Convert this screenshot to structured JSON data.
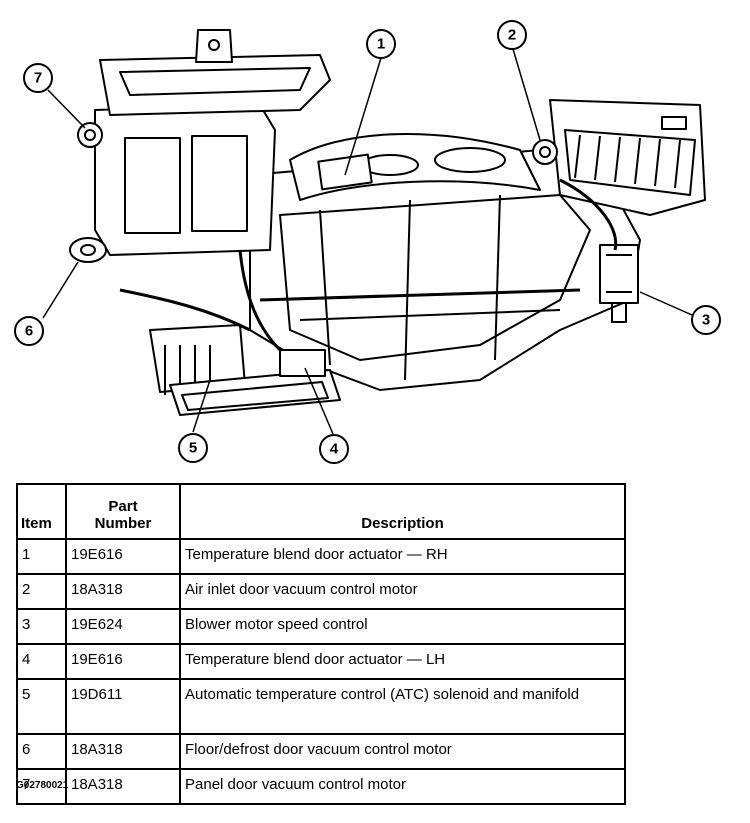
{
  "callouts": [
    "1",
    "2",
    "3",
    "4",
    "5",
    "6",
    "7"
  ],
  "table": {
    "headers": {
      "item": "Item",
      "part_line1": "Part",
      "part_line2": "Number",
      "description": "Description"
    },
    "rows": [
      {
        "item": "1",
        "part_number": "19E616",
        "description": "Temperature blend door actuator — RH"
      },
      {
        "item": "2",
        "part_number": "18A318",
        "description": "Air inlet door vacuum control motor"
      },
      {
        "item": "3",
        "part_number": "19E624",
        "description": "Blower motor speed control"
      },
      {
        "item": "4",
        "part_number": "19E616",
        "description": "Temperature blend door actuator — LH"
      },
      {
        "item": "5",
        "part_number": "19D611",
        "description": "Automatic temperature control (ATC) solenoid and manifold"
      },
      {
        "item": "6",
        "part_number": "18A318",
        "description": "Floor/defrost door vacuum control motor"
      },
      {
        "item": "7",
        "part_number": "18A318",
        "description": "Panel door vacuum control motor"
      }
    ]
  },
  "figure_id": "G02780021"
}
